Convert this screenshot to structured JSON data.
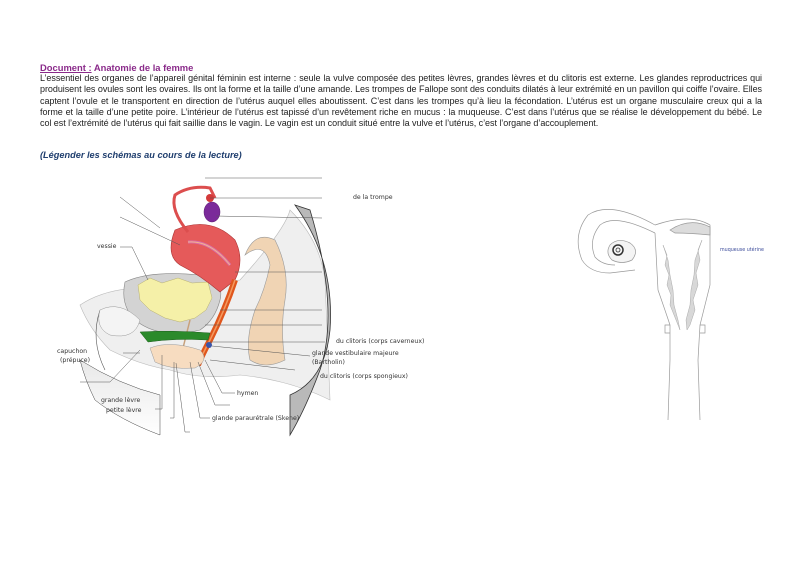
{
  "document": {
    "label": "Document :",
    "title": "Anatomie de la femme",
    "paragraph": "L’essentiel des organes de l’appareil génital féminin est interne : seule la vulve composée des petites lèvres, grandes lèvres et du clitoris est externe. Les glandes reproductrices qui produisent les ovules sont les ovaires. Ils ont la forme et la taille d’une amande. Les trompes de Fallope sont des conduits dilatés à leur extrémité en un pavillon qui coiffe l’ovaire. Elles captent l’ovule et le transportent en direction de l’utérus auquel elles aboutissent. C’est dans les trompes qu’à lieu la fécondation. L’utérus est un organe musculaire creux qui a la forme et la taille d’une petite poire. L’intérieur de l’utérus est tapissé d’un revêtement riche en mucus : la muqueuse. C’est dans l’utérus que se réalise le développement du bébé. Le col est l’extrémité de l’utérus qui fait saillie dans le vagin. Le vagin est un conduit situé entre la vulve et l’utérus, c’est l’organe d’accouplement.",
    "instruction": "(Légender les schémas au cours de la lecture)"
  },
  "figure_sagittal": {
    "labels": {
      "trompe": "de la trompe",
      "vessie": "vessie",
      "corps_caverneux": "du clitoris (corps caverneux)",
      "bartholin_1": "glande vestibulaire majeure",
      "bartholin_2": "(Bartholin)",
      "corps_spongieux": "du clitoris (corps spongieux)",
      "capuchon_1": "capuchon",
      "capuchon_2": "(prépuce)",
      "hymen": "hymen",
      "grande_levre": "grande lèvre",
      "petite_levre": "petite lèvre",
      "skene": "glande paraurétrale (Skene)"
    }
  },
  "figure_frontal": {
    "labels": {
      "muqueuse": "muqueuse utérine"
    }
  }
}
